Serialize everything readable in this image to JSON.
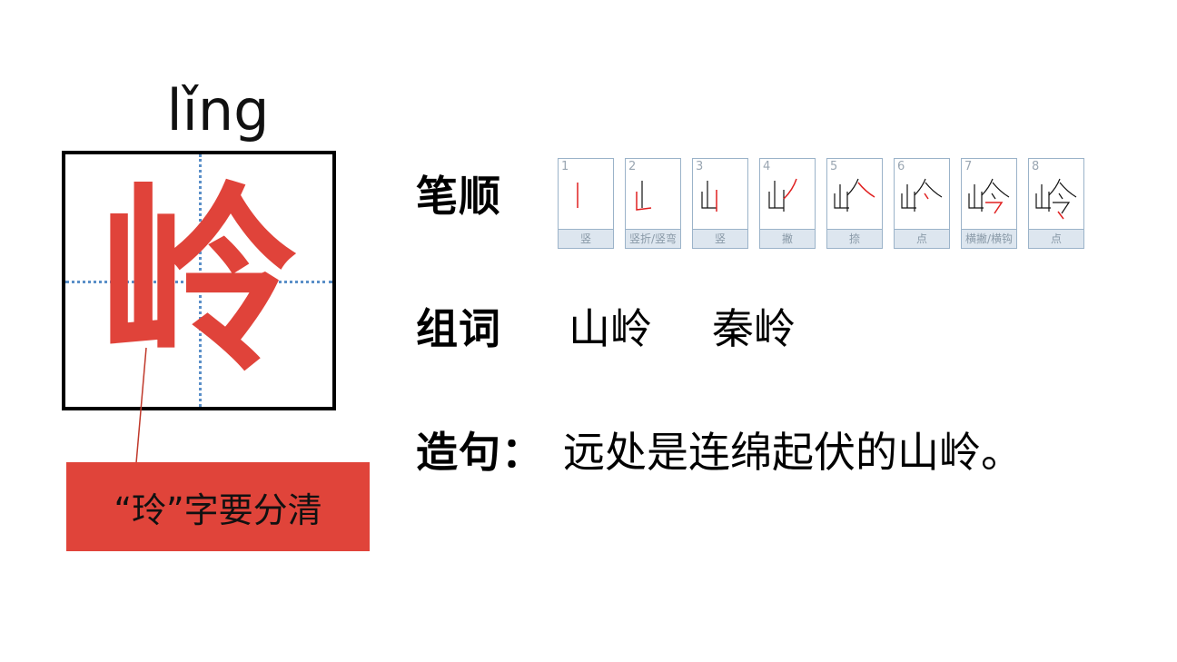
{
  "character": {
    "pinyin": "lǐng",
    "glyph": "岭",
    "color": "#e0433a",
    "grid_line_color": "#5a8fc8"
  },
  "callout": {
    "text": "“玲”字要分清",
    "background": "#e0443a"
  },
  "stroke_order": {
    "label": "笔顺",
    "steps": [
      {
        "num": "1",
        "name": "竖"
      },
      {
        "num": "2",
        "name": "竖折/竖弯"
      },
      {
        "num": "3",
        "name": "竖"
      },
      {
        "num": "4",
        "name": "撇"
      },
      {
        "num": "5",
        "name": "捺"
      },
      {
        "num": "6",
        "name": "点"
      },
      {
        "num": "7",
        "name": "横撇/横钩"
      },
      {
        "num": "8",
        "name": "点"
      }
    ]
  },
  "word_group": {
    "label": "组词",
    "words": [
      "山岭",
      "秦岭"
    ]
  },
  "sentence": {
    "label": "造句：",
    "text": "远处是连绵起伏的山岭。"
  }
}
